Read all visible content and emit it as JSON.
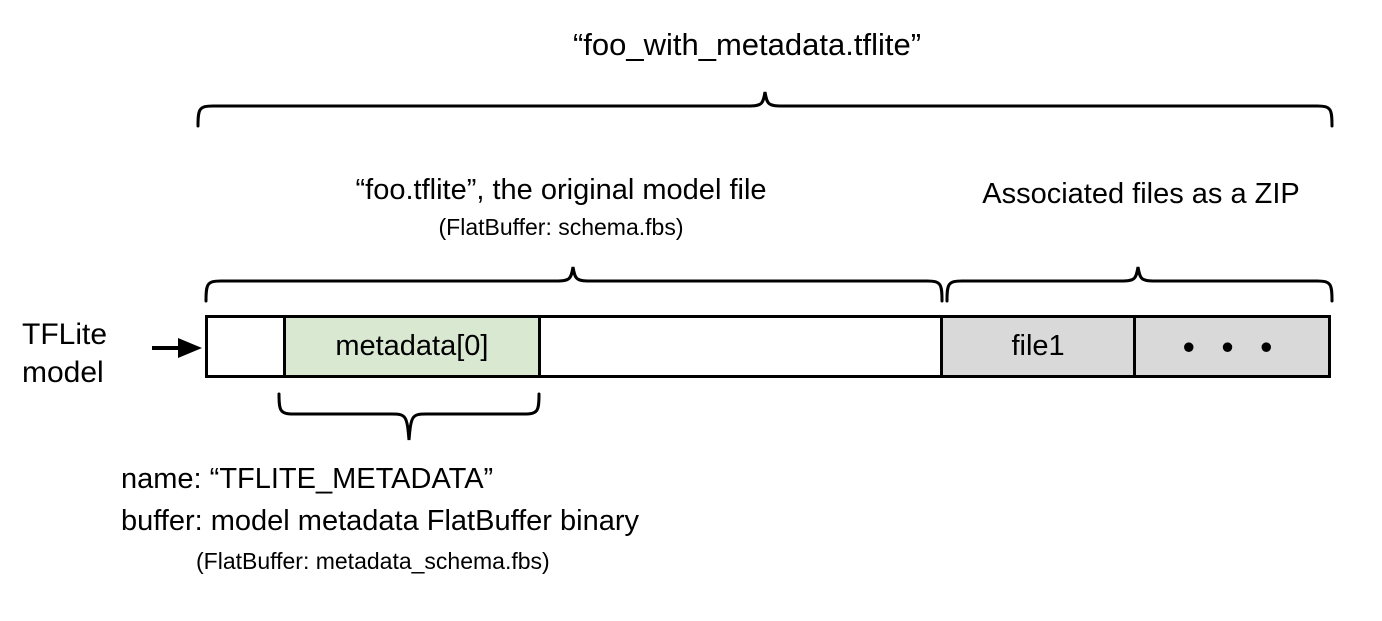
{
  "diagram": {
    "title": "“foo_with_metadata.tflite”",
    "left_caption": "TFLite\nmodel",
    "sections": [
      {
        "name": "original-model-file",
        "label": "“foo.tflite”, the original model file",
        "sublabel": "(FlatBuffer: schema.fbs)"
      },
      {
        "name": "associated-files-zip",
        "label": "Associated files as a ZIP",
        "sublabel": ""
      }
    ],
    "bar_cells": [
      {
        "name": "empty-left",
        "label": "",
        "fill": "#ffffff"
      },
      {
        "name": "metadata-0",
        "label": "metadata[0]",
        "fill": "#d9e8d1"
      },
      {
        "name": "empty-mid",
        "label": "",
        "fill": "#ffffff"
      },
      {
        "name": "file1",
        "label": "file1",
        "fill": "#d9d9d9"
      },
      {
        "name": "ellipsis",
        "label": "• • •",
        "fill": "#d9d9d9"
      }
    ],
    "metadata_annotation": {
      "name_line": "name: “TFLITE_METADATA”",
      "buffer_line": "buffer: model metadata FlatBuffer binary",
      "buffer_sub": "(FlatBuffer: metadata_schema.fbs)"
    },
    "colors": {
      "metadata_green": "#d9e8d1",
      "zip_gray": "#d9d9d9",
      "stroke": "#000000",
      "background": "#ffffff"
    }
  }
}
